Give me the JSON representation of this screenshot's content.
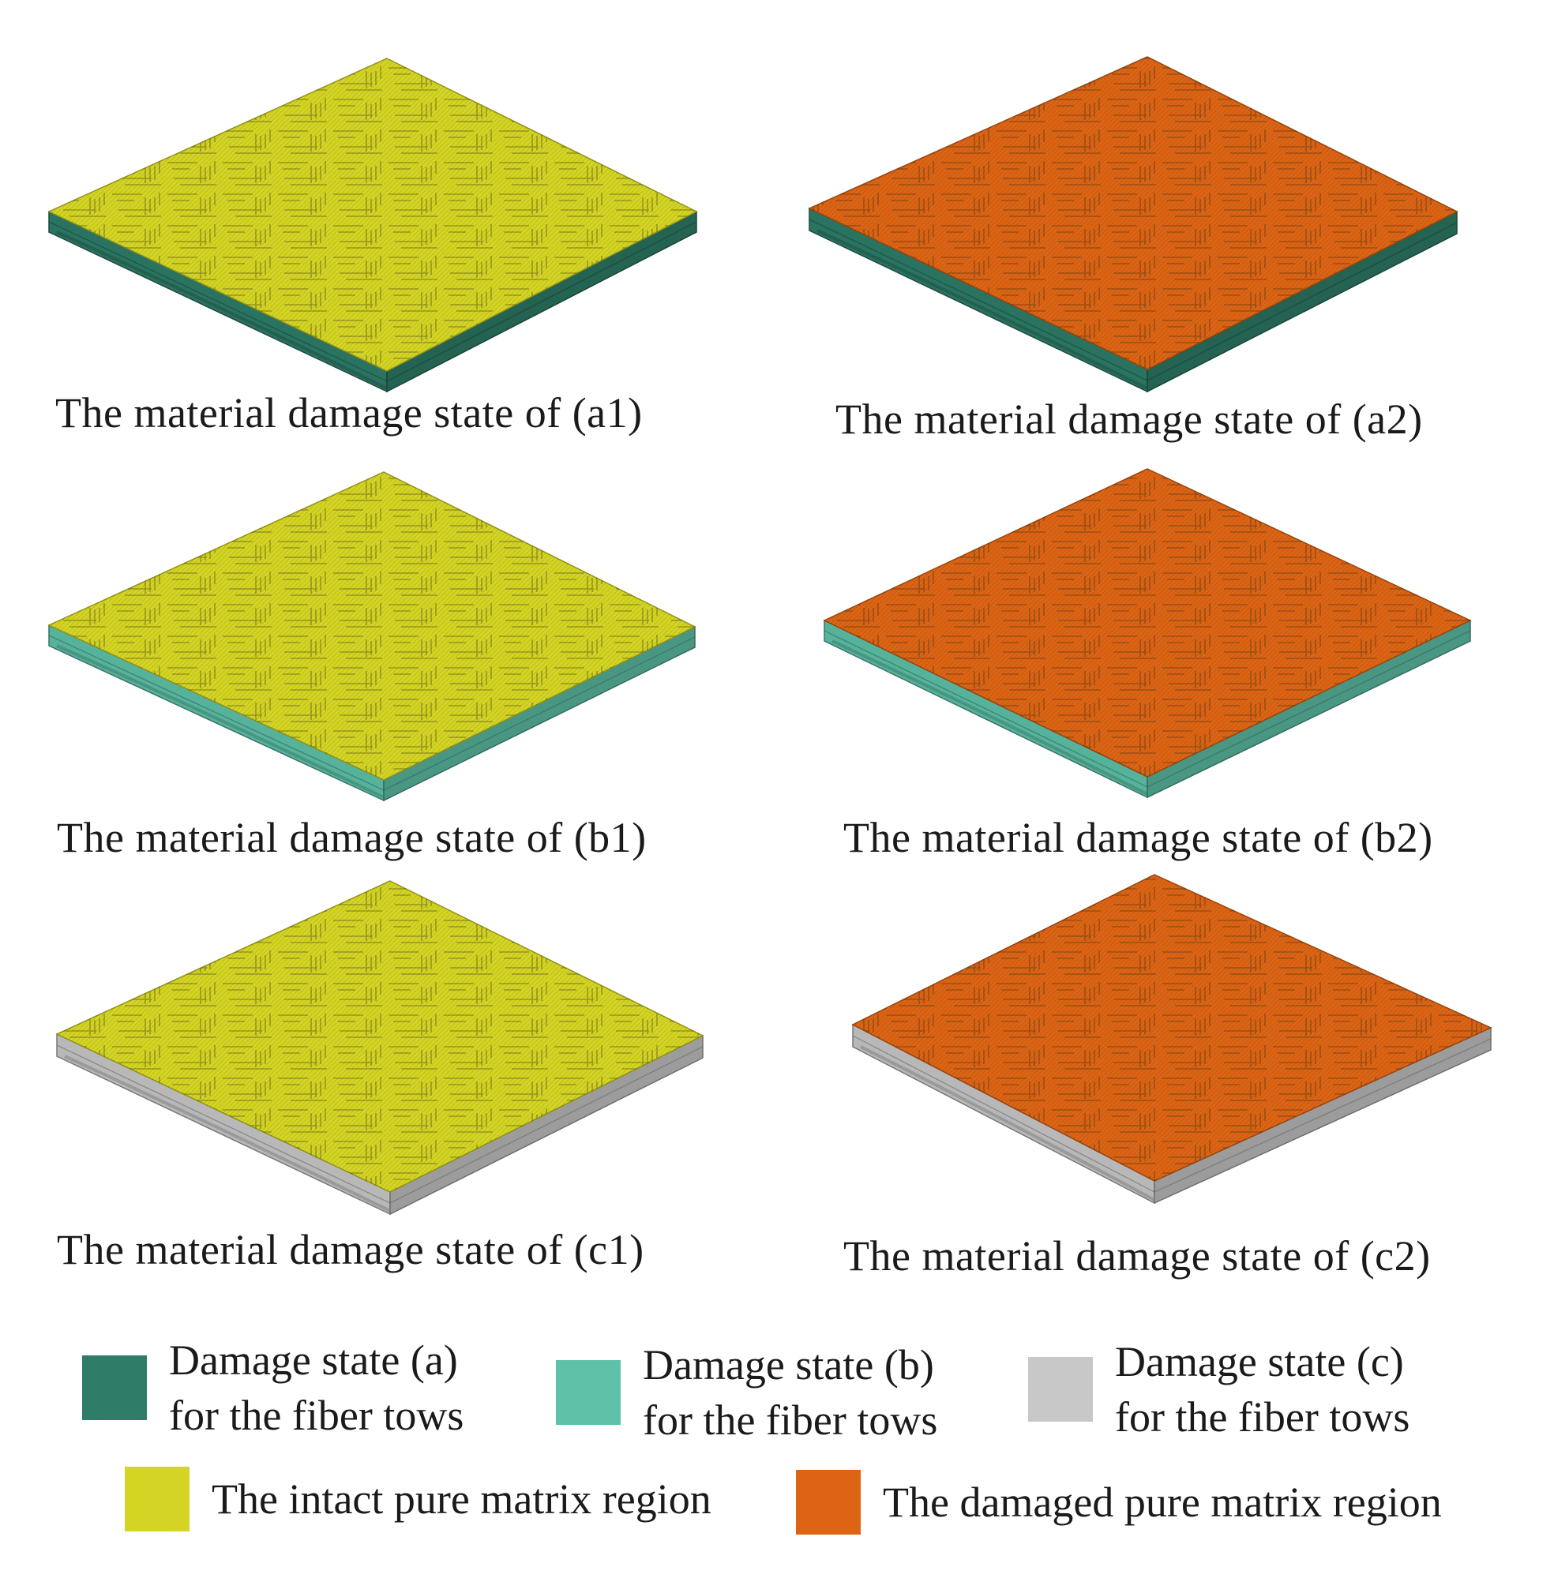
{
  "colors": {
    "damage_a": "#2e7d68",
    "damage_b": "#5ec2a8",
    "damage_c": "#c8c8c8",
    "intact_matrix": "#d4d424",
    "damaged_matrix": "#dc6414"
  },
  "panels": [
    {
      "id": "a1",
      "caption": "The material damage state of (a1)",
      "top_color": "intact_matrix",
      "side_color": "damage_a"
    },
    {
      "id": "a2",
      "caption": "The material damage state of (a2)",
      "top_color": "damaged_matrix",
      "side_color": "damage_a"
    },
    {
      "id": "b1",
      "caption": "The material damage state of (b1)",
      "top_color": "intact_matrix",
      "side_color": "damage_b"
    },
    {
      "id": "b2",
      "caption": "The material damage state of (b2)",
      "top_color": "damaged_matrix",
      "side_color": "damage_b"
    },
    {
      "id": "c1",
      "caption": "The material damage state of (c1)",
      "top_color": "intact_matrix",
      "side_color": "damage_c"
    },
    {
      "id": "c2",
      "caption": "The material damage state of (c2)",
      "top_color": "damaged_matrix",
      "side_color": "damage_c"
    }
  ],
  "legend": {
    "damage_a": {
      "line1": "Damage state (a)",
      "line2": "for the fiber tows"
    },
    "damage_b": {
      "line1": "Damage state (b)",
      "line2": "for the fiber tows"
    },
    "damage_c": {
      "line1": "Damage state (c)",
      "line2": "for the fiber tows"
    },
    "intact_matrix": {
      "label": "The intact pure matrix region"
    },
    "damaged_matrix": {
      "label": "The damaged pure matrix region"
    }
  }
}
